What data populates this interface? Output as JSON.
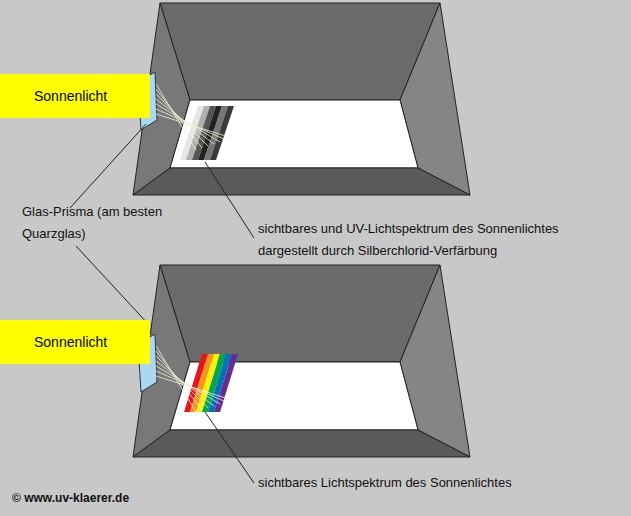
{
  "diagram": {
    "nodes": [
      {
        "text": [
          "Sonnenlicht"
        ]
      },
      {
        "text": [
          "Sonnenlicht"
        ]
      }
    ],
    "labels": [
      "Glas-Prisma (am besten Quarzglas)",
      "sichtbares und UV-Lichtspektrum des Sonnenlichtes dargestellt durch Silberchlorid-Verfärbung",
      "sichtbares Lichtspektrum des Sonnenlichtes",
      "© www.uv-klaerer.de"
    ]
  }
}
